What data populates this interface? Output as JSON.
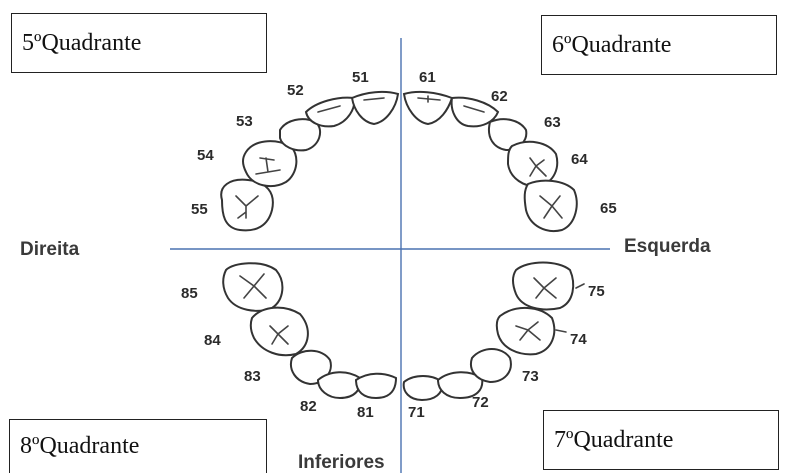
{
  "quadrants": {
    "q5": "5ºQuadrante",
    "q6": "6ºQuadrante",
    "q7": "7ºQuadrante",
    "q8": "8ºQuadrante"
  },
  "labels": {
    "right": "Direita",
    "left": "Esquerda",
    "bottom": "Inferiores"
  },
  "upper_teeth": [
    "55",
    "54",
    "53",
    "52",
    "51",
    "61",
    "62",
    "63",
    "64",
    "65"
  ],
  "lower_teeth": [
    "85",
    "84",
    "83",
    "82",
    "81",
    "71",
    "72",
    "73",
    "74",
    "75"
  ],
  "colors": {
    "axis": "#4a72b0",
    "outline": "#333333"
  }
}
